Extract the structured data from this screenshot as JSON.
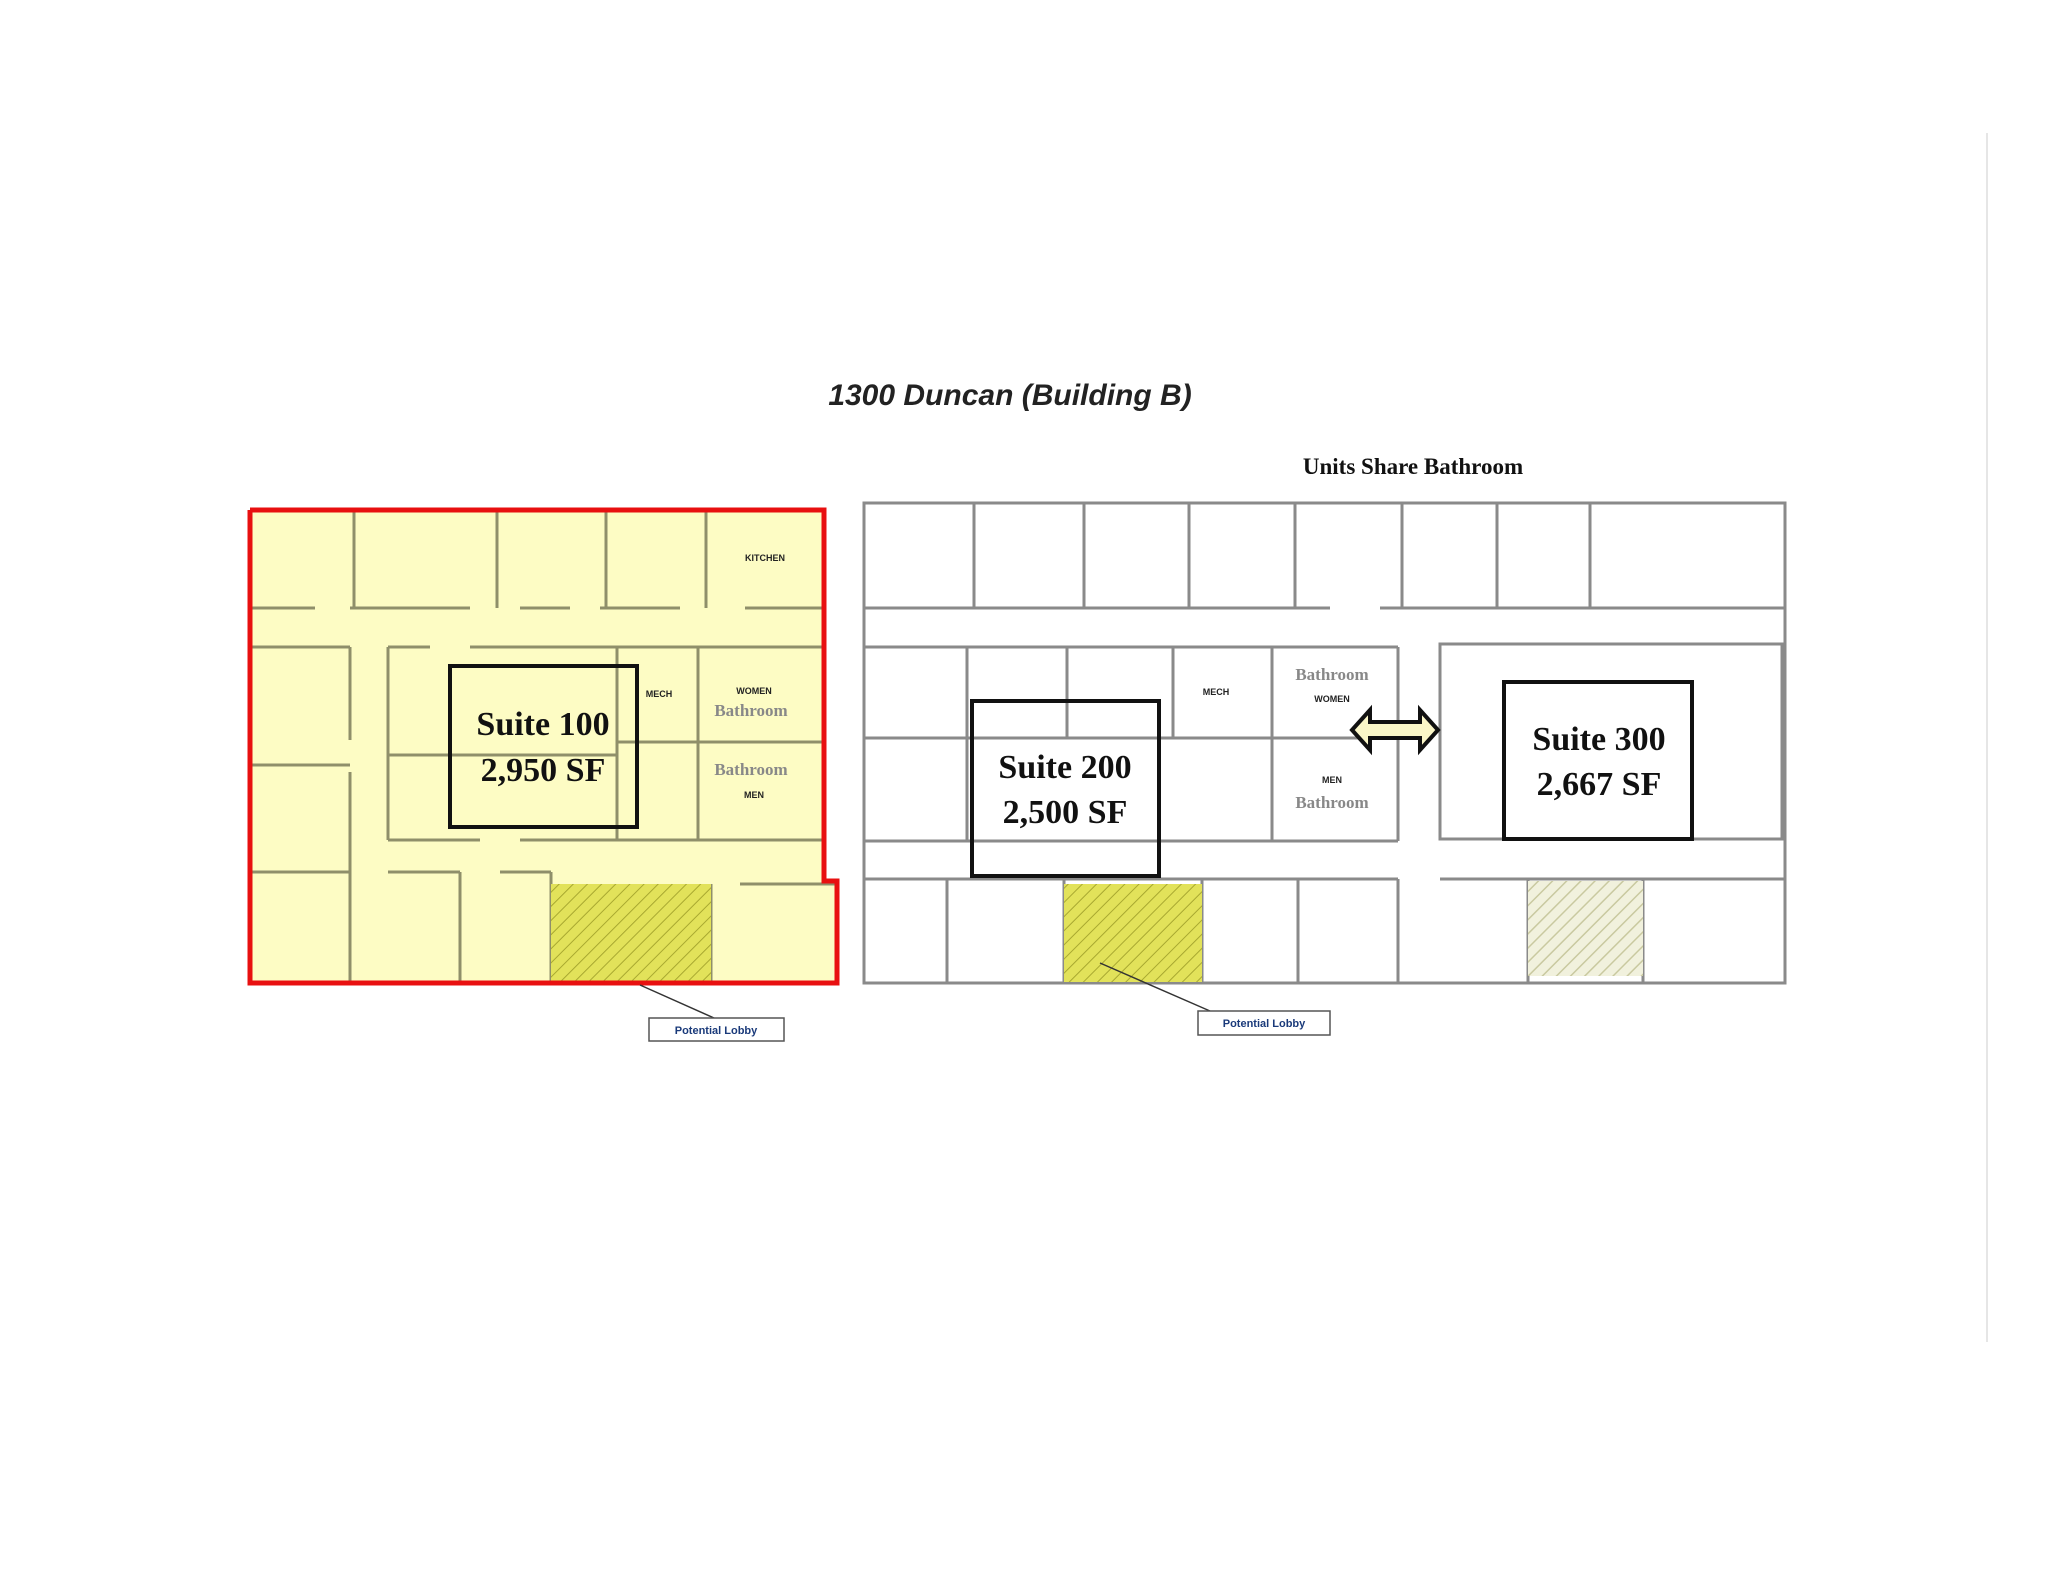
{
  "title": "1300 Duncan (Building B)",
  "note": "Units Share Bathroom",
  "colors": {
    "suite100_fill": "#fdfcc4",
    "suite100_outline": "#e81010",
    "lobby_hatch": "#d8d84a",
    "arrow_fill": "#fbf7c8"
  },
  "suites": [
    {
      "name": "Suite 100",
      "area": "2,950 SF"
    },
    {
      "name": "Suite 200",
      "area": "2,500 SF"
    },
    {
      "name": "Suite 300",
      "area": "2,667 SF"
    }
  ],
  "rooms": {
    "kitchen": "KITCHEN",
    "mech": "MECH",
    "women": "WOMEN",
    "men": "MEN",
    "bathroom": "Bathroom"
  },
  "lobby_label": "Potential Lobby",
  "icons": {
    "shared_access": "double-arrow-icon"
  }
}
